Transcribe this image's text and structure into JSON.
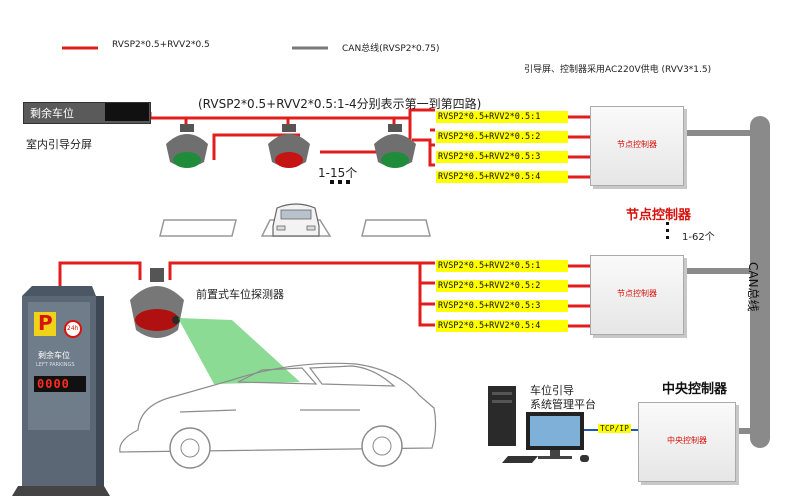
{
  "legend": [
    {
      "label": "RVSP2*0.5+RVV2*0.5",
      "color": "#e11d1d"
    },
    {
      "label": "CAN总线(RVSP2*0.75)",
      "color": "#7a7a7a"
    }
  ],
  "power_note": "引导屏、控制器采用AC220V供电 (RVV3*1.5)",
  "route_note": "(RVSP2*0.5+RVV2*0.5:1-4分别表示第一到第四路)",
  "indoor_screen": {
    "text": "剩余车位",
    "label": "室内引导分屏"
  },
  "detector_count": "1-15个",
  "node_section_label": "节点控制器",
  "node_count": "1-62个",
  "node_box_label": "节点控制器",
  "wire_labels": [
    "RVSP2*0.5+RVV2*0.5:1",
    "RVSP2*0.5+RVV2*0.5:2",
    "RVSP2*0.5+RVV2*0.5:3",
    "RVSP2*0.5+RVV2*0.5:4"
  ],
  "front_detector_label": "前置式车位探测器",
  "can_bus_label": "CAN总线",
  "outdoor_sign": {
    "letter": "P",
    "text": "剩余车位",
    "subtext": "LEFT PARKINGS",
    "digits": "0000",
    "badge": "24h"
  },
  "platform_label": [
    "车位引导",
    "系统管理平台"
  ],
  "tcpip_label": "TCP/IP",
  "central_section_label": "中央控制器",
  "central_box_label": "中央控制器",
  "colors": {
    "wire": "#e11d1d",
    "can": "#7a7a7a",
    "label_bg": "#ffff00",
    "accent_red": "#d8120c"
  }
}
